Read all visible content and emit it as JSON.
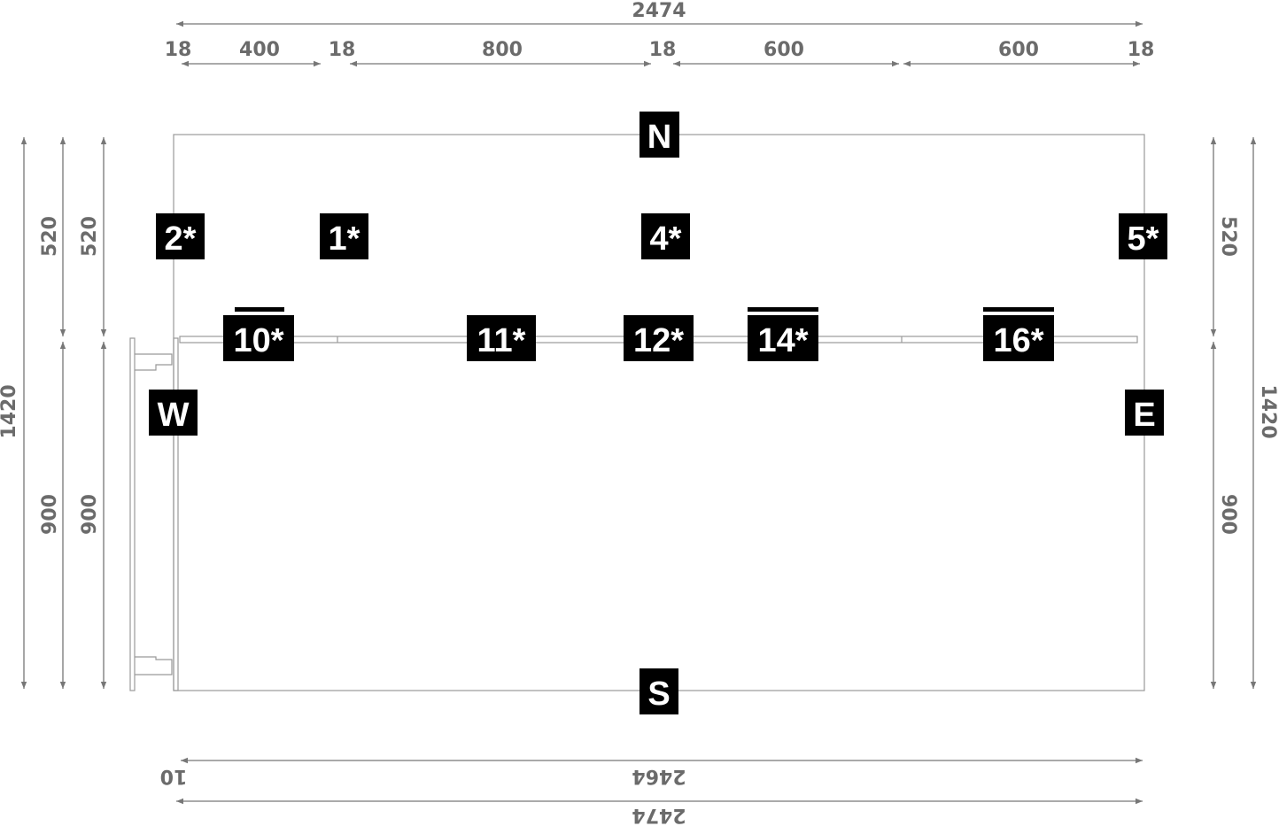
{
  "dimensions": {
    "top_total": "2474",
    "top_segments": [
      "18",
      "400",
      "18",
      "800",
      "18",
      "600",
      "600",
      "18"
    ],
    "left_outer_total": "1420",
    "left_upper": [
      "520",
      "520"
    ],
    "left_lower": [
      "900",
      "900"
    ],
    "right_upper": "520",
    "right_lower": "900",
    "right_total": "1420",
    "bottom_inner": "2464",
    "bottom_offset": "10",
    "bottom_total": "2474"
  },
  "compass": {
    "north": "N",
    "south": "S",
    "west": "W",
    "east": "E"
  },
  "markers": {
    "upper": [
      "2*",
      "1*",
      "4*",
      "5*"
    ],
    "shelf": [
      "10*",
      "11*",
      "12*",
      "14*",
      "16*"
    ]
  }
}
